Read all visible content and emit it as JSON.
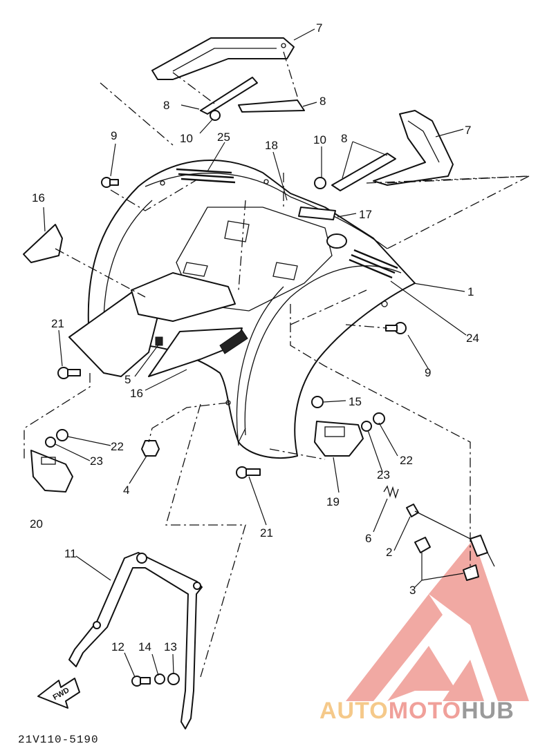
{
  "diagram": {
    "code": "21V110-5190",
    "fwd_label": "FWD",
    "callouts": {
      "c1": "1",
      "c2": "2",
      "c3": "3",
      "c4": "4",
      "c5": "5",
      "c6": "6",
      "c7a": "7",
      "c7b": "7",
      "c8a": "8",
      "c8b": "8",
      "c8c": "8",
      "c9a": "9",
      "c9b": "9",
      "c10a": "10",
      "c10b": "10",
      "c11": "11",
      "c12": "12",
      "c13": "13",
      "c14": "14",
      "c15": "15",
      "c16a": "16",
      "c16b": "16",
      "c17": "17",
      "c18": "18",
      "c19": "19",
      "c20": "20",
      "c21a": "21",
      "c21b": "21",
      "c22a": "22",
      "c22b": "22",
      "c23a": "23",
      "c23b": "23",
      "c24": "24",
      "c25": "25"
    }
  },
  "watermark": {
    "brand_part1": "AUTO",
    "brand_part2": "MOTO",
    "brand_part3": "HUB",
    "colors": {
      "auto": "#f5c98a",
      "moto": "#f0a09a",
      "hub": "#9a9a9a",
      "logo": "#f0a09a"
    }
  }
}
